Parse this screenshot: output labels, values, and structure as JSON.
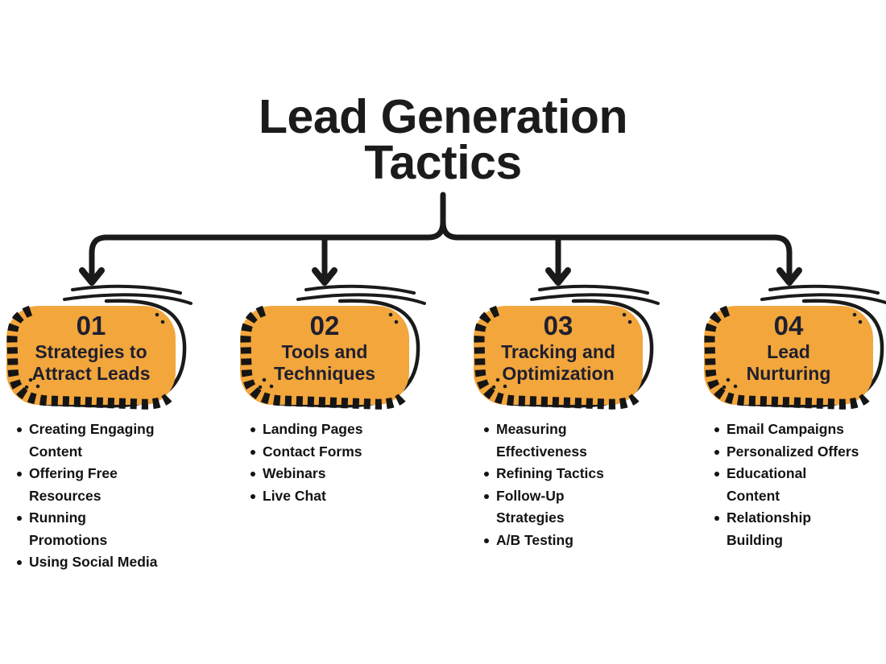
{
  "title": "Lead Generation\nTactics",
  "colors": {
    "accent_orange": "#F2A63C",
    "ink_black": "#1A1A1A",
    "box_text": "#1F1F2E",
    "list_text": "#131313",
    "background": "#FFFFFF"
  },
  "connector": {
    "arrow_icon": "arrow-down-icon",
    "branches": 4
  },
  "columns": [
    {
      "number": "01",
      "title": "Strategies to\nAttract Leads",
      "items": [
        "Creating Engaging\nContent",
        "Offering Free\nResources",
        "Running\nPromotions",
        "Using Social Media"
      ]
    },
    {
      "number": "02",
      "title": "Tools and\nTechniques",
      "items": [
        "Landing Pages",
        "Contact Forms",
        "Webinars",
        "Live Chat"
      ]
    },
    {
      "number": "03",
      "title": "Tracking and\nOptimization",
      "items": [
        "Measuring\nEffectiveness",
        "Refining Tactics",
        "Follow-Up\nStrategies",
        "A/B Testing"
      ]
    },
    {
      "number": "04",
      "title": "Lead\nNurturing",
      "items": [
        "Email Campaigns",
        "Personalized Offers",
        "Educational\nContent",
        "Relationship\nBuilding"
      ]
    }
  ]
}
